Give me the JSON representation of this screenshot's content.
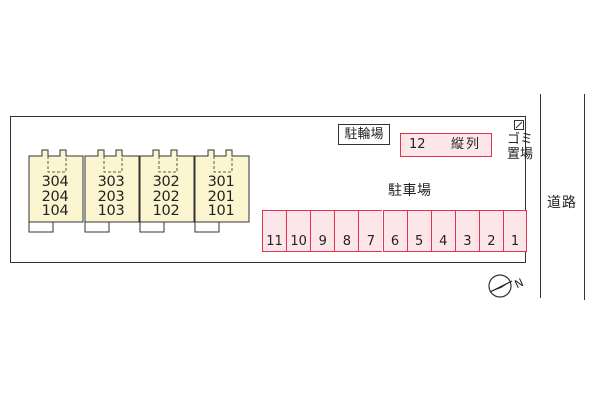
{
  "map": {
    "units": [
      {
        "floors": [
          "304",
          "204",
          "104"
        ]
      },
      {
        "floors": [
          "303",
          "203",
          "103"
        ]
      },
      {
        "floors": [
          "302",
          "202",
          "102"
        ]
      },
      {
        "floors": [
          "301",
          "201",
          "101"
        ]
      }
    ],
    "bicycle_parking_label": "駐輪場",
    "tandem_space": {
      "number": "12",
      "label": "縦列"
    },
    "parking_label": "駐車場",
    "parking_spaces": [
      "11",
      "10",
      "9",
      "8",
      "7",
      "6",
      "5",
      "4",
      "3",
      "2",
      "1"
    ],
    "garbage_label": [
      "ゴミ",
      "置場"
    ],
    "road_label": "道路",
    "compass_letter": "N",
    "colors": {
      "parking_border": "#e0344c",
      "parking_fill": "#fde6ea",
      "building_fill": "#fbf6cf"
    }
  }
}
